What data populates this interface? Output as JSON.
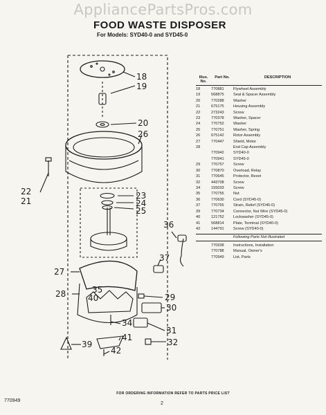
{
  "watermark": "AppliancePartsPros.com",
  "title": "FOOD WASTE DISPOSER",
  "subtitle": "For Models: SYD40-0 and SYD45-0",
  "table": {
    "headers": {
      "illus": "Illus. No.",
      "part": "Part No.",
      "desc": "DESCRIPTION"
    },
    "rows": [
      {
        "illus": "18",
        "part": "770881",
        "desc": "Flywheel Assembly"
      },
      {
        "illus": "19",
        "part": "568875",
        "desc": "Seal & Spacer Assembly"
      },
      {
        "illus": "20",
        "part": "770288",
        "desc": "Washer"
      },
      {
        "illus": "21",
        "part": "675175",
        "desc": "Housing Assembly"
      },
      {
        "illus": "22",
        "part": "273243",
        "desc": "Screw"
      },
      {
        "illus": "23",
        "part": "770378",
        "desc": "Washer, Spacer"
      },
      {
        "illus": "24",
        "part": "770752",
        "desc": "Washer"
      },
      {
        "illus": "25",
        "part": "770751",
        "desc": "Washer, Spring"
      },
      {
        "illus": "26",
        "part": "675142",
        "desc": "Rotor Assembly"
      },
      {
        "illus": "27",
        "part": "770447",
        "desc": "Shield, Motor"
      },
      {
        "illus": "28",
        "part": "",
        "desc": "End Cap Assembly"
      },
      {
        "illus": "",
        "part": "770942",
        "desc": "SYD40-0"
      },
      {
        "illus": "",
        "part": "770941",
        "desc": "SYD45-0"
      },
      {
        "illus": "29",
        "part": "770757",
        "desc": "Screw"
      },
      {
        "illus": "30",
        "part": "770870",
        "desc": "Overload, Relay"
      },
      {
        "illus": "31",
        "part": "770645",
        "desc": "Protector, Reset"
      },
      {
        "illus": "32",
        "part": "443708",
        "desc": "Screw"
      },
      {
        "illus": "34",
        "part": "155033",
        "desc": "Screw"
      },
      {
        "illus": "35",
        "part": "770755",
        "desc": "Nut"
      },
      {
        "illus": "36",
        "part": "770630",
        "desc": "Cord (SYD45-0)"
      },
      {
        "illus": "37",
        "part": "770765",
        "desc": "Strain, Relief (SYD45-0)"
      },
      {
        "illus": "39",
        "part": "770734",
        "desc": "Connector, Nut Wire (SYD45-0)"
      },
      {
        "illus": "40",
        "part": "121752",
        "desc": "Lockwasher (SYD45-0)"
      },
      {
        "illus": "41",
        "part": "568814",
        "desc": "Plate, Terminal (SYD40-0)"
      },
      {
        "illus": "42",
        "part": "144791",
        "desc": "Screw (SYD40-0)"
      }
    ],
    "not_illustrated_title": "Following Parts Not Illustrated",
    "not_illustrated": [
      {
        "illus": "",
        "part": "770938",
        "desc": "Instructions, Installation"
      },
      {
        "illus": "",
        "part": "770788",
        "desc": "Manual, Owner's"
      },
      {
        "illus": "",
        "part": "770949",
        "desc": "List, Parts"
      }
    ]
  },
  "callouts": [
    "18",
    "19",
    "20",
    "26",
    "22",
    "21",
    "23",
    "24",
    "25",
    "36",
    "37",
    "27",
    "28",
    "35",
    "40",
    "29",
    "30",
    "34",
    "31",
    "39",
    "41",
    "32",
    "42"
  ],
  "footer": "FOR ORDERING INFORMATION REFER TO PARTS PRICE LIST",
  "page_number": "2",
  "doc_number": "770949"
}
